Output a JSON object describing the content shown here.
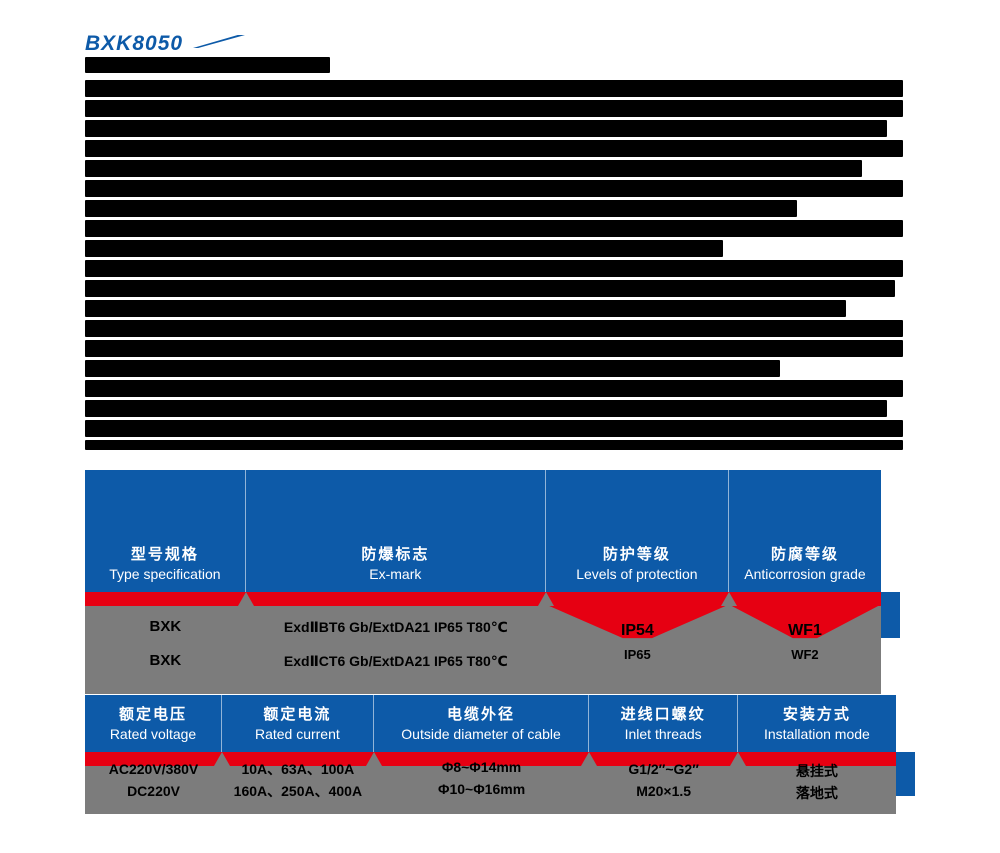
{
  "colors": {
    "blue": "#0d5aa8",
    "red": "#e60012",
    "gray": "#7c7c7c",
    "text_on_blue": "#ffffff",
    "body_text": "#000000"
  },
  "title": {
    "series": "BXK8050"
  },
  "body_mass": {
    "subline_width_pct": 30,
    "lines": [
      100,
      100,
      98,
      100,
      95,
      100,
      87,
      100,
      78,
      100,
      99,
      93,
      100,
      100,
      85,
      100,
      98,
      100,
      100
    ]
  },
  "table1": {
    "headers": [
      {
        "cn": "型号规格",
        "en": "Type specification"
      },
      {
        "cn": "防爆标志",
        "en": "Ex-mark"
      },
      {
        "cn": "防护等级",
        "en": "Levels of protection"
      },
      {
        "cn": "防腐等级",
        "en": "Anticorrosion grade"
      }
    ],
    "columns": [
      {
        "rows": [
          "BXK",
          "BXK"
        ]
      },
      {
        "rows": [
          "ExdⅡBT6 Gb/ExtDA21 IP65 T80℃",
          "ExdⅡCT6 Gb/ExtDA21 IP65 T80℃"
        ]
      },
      {
        "rows": [
          "IP54",
          "IP65"
        ]
      },
      {
        "rows": [
          "WF1",
          "WF2"
        ]
      }
    ]
  },
  "table2": {
    "headers": [
      {
        "cn": "额定电压",
        "en": "Rated voltage"
      },
      {
        "cn": "额定电流",
        "en": "Rated current"
      },
      {
        "cn": "电缆外径",
        "en": "Outside diameter of cable"
      },
      {
        "cn": "进线口螺纹",
        "en": "Inlet threads"
      },
      {
        "cn": "安装方式",
        "en": "Installation mode"
      }
    ],
    "columns": [
      {
        "rows": [
          "AC220V/380V",
          "DC220V"
        ]
      },
      {
        "rows": [
          "10A、63A、100A",
          "160A、250A、400A"
        ]
      },
      {
        "rows": [
          "Φ8~Φ14mm",
          "Φ10~Φ16mm"
        ]
      },
      {
        "rows": [
          "G1/2″~G2″",
          "M20×1.5"
        ]
      },
      {
        "rows": [
          "悬挂式",
          "落地式"
        ]
      }
    ]
  }
}
